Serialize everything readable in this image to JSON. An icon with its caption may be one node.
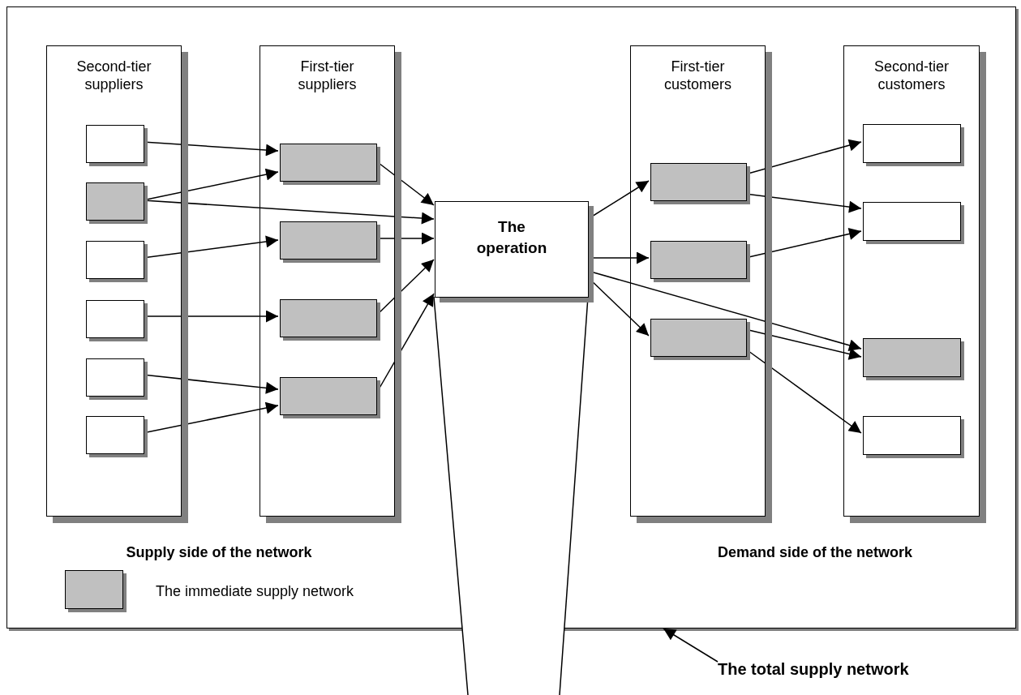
{
  "diagram": {
    "nodes": [
      {
        "text": [],
        "shape": "box"
      },
      {
        "text": [
          "Second-tier suppliers"
        ],
        "in": 0
      },
      {
        "text": [
          "First-tier suppliers"
        ],
        "in": 0
      },
      {
        "text": [
          "The operation"
        ],
        "in": 0
      },
      {
        "text": [
          "First-tier customers"
        ],
        "in": 0
      },
      {
        "text": [
          "Second-tier customers"
        ],
        "in": 0
      },
      {
        "text": [],
        "shape": "box",
        "in": 1
      },
      {
        "text": [],
        "shape": "box",
        "in": 1
      },
      {
        "text": [],
        "shape": "box",
        "in": 1
      },
      {
        "text": [],
        "shape": "box",
        "in": 1
      },
      {
        "text": [],
        "shape": "box",
        "in": 1
      },
      {
        "text": [],
        "shape": "box",
        "in": 1
      },
      {
        "text": [],
        "shape": "box",
        "in": 2
      },
      {
        "text": [],
        "shape": "box",
        "in": 2
      },
      {
        "text": [],
        "shape": "box",
        "in": 2
      },
      {
        "text": [],
        "shape": "box",
        "in": 2
      },
      {
        "text": [],
        "shape": "box",
        "in": 4
      },
      {
        "text": [],
        "shape": "box",
        "in": 4
      },
      {
        "text": [],
        "shape": "box",
        "in": 4
      },
      {
        "text": [],
        "shape": "box",
        "in": 5
      },
      {
        "text": [],
        "shape": "box",
        "in": 5
      },
      {
        "text": [],
        "shape": "box",
        "in": 5
      },
      {
        "text": [],
        "shape": "box",
        "in": 5
      },
      {
        "text": [
          "The total supply network"
        ]
      }
    ],
    "edges": [
      {
        "from": 6,
        "to": 12,
        "arrow": "to"
      },
      {
        "from": 7,
        "to": 12,
        "arrow": "to"
      },
      {
        "from": 7,
        "to": 3,
        "arrow": "to"
      },
      {
        "from": 8,
        "to": 13,
        "arrow": "to"
      },
      {
        "from": 9,
        "to": 14,
        "arrow": "to"
      },
      {
        "from": 10,
        "to": 15,
        "arrow": "to"
      },
      {
        "from": 11,
        "to": 15,
        "arrow": "to"
      },
      {
        "from": 12,
        "to": 3,
        "arrow": "to"
      },
      {
        "from": 13,
        "to": 3,
        "arrow": "to"
      },
      {
        "from": 14,
        "to": 3,
        "arrow": "to"
      },
      {
        "from": 15,
        "to": 3,
        "arrow": "to"
      },
      {
        "from": 3,
        "to": 16,
        "arrow": "to"
      },
      {
        "from": 3,
        "to": 17,
        "arrow": "to"
      },
      {
        "from": 3,
        "to": 18,
        "arrow": "to"
      },
      {
        "from": 3,
        "to": 21,
        "arrow": "to"
      },
      {
        "from": 16,
        "to": 19,
        "arrow": "to"
      },
      {
        "from": 16,
        "to": 20,
        "arrow": "to"
      },
      {
        "from": 17,
        "to": 20,
        "arrow": "to"
      },
      {
        "from": 18,
        "to": 21,
        "arrow": "to"
      },
      {
        "from": 18,
        "to": 22,
        "arrow": "to"
      },
      {
        "from": 23,
        "to": 0,
        "arrow": "to"
      }
    ],
    "labels": [
      "Supply side of the network",
      "Demand side of the network"
    ],
    "legend": [
      {
        "text": "The immediate supply network",
        "color": "#c0c0c0"
      }
    ]
  }
}
